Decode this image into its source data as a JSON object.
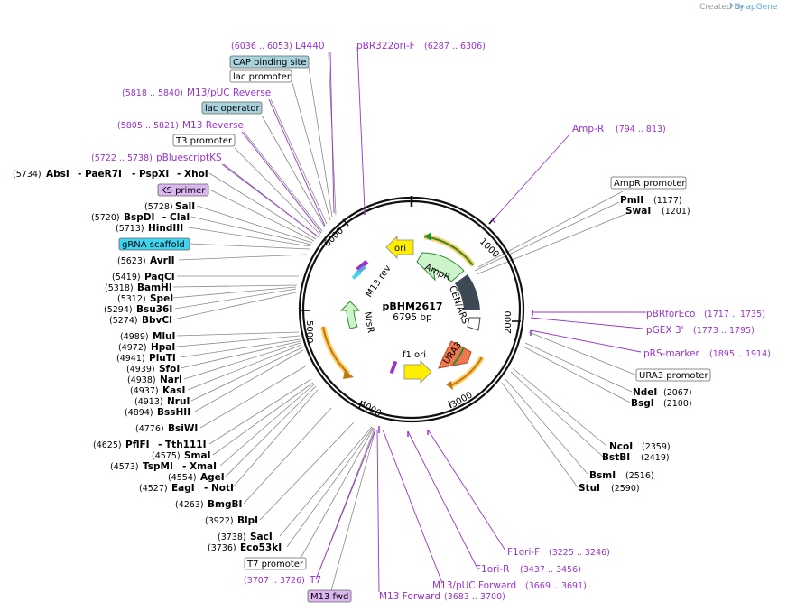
{
  "brand": {
    "created_by": "Created by",
    "app": "SnapGene"
  },
  "plasmid": {
    "name": "pBHM2617",
    "length": "6795 bp"
  },
  "ticks": [
    "1000",
    "2000",
    "3000",
    "4000",
    "5000",
    "6000"
  ],
  "features": {
    "ori": "ori",
    "ampr": "AmpR",
    "cen_ars": "CEN/ARS",
    "ura3": "URA3",
    "f1_ori": "f1 ori",
    "nrsr": "NrsR",
    "m13_rev": "M13 rev"
  },
  "colors": {
    "primer": "#9933cc",
    "boxed_feature": "#a8d2dc",
    "kas_primer": "#dcb6f0",
    "grna": "#3fd4ef",
    "ori": "#ffee00",
    "ampr": "#ccf5cc",
    "cen_ars": "#3d4a55",
    "ura3": "#f07850",
    "arrow_green": "#2e8b2e",
    "arrow_orange": "#d98c1a"
  },
  "labels_left": [
    {
      "text": "(6036 .. 6053)",
      "kind": "num-pur"
    },
    {
      "text": "L4440",
      "kind": "pur"
    },
    {
      "text": "CAP binding site",
      "kind": "box-blue"
    },
    {
      "text": "lac promoter",
      "kind": "box"
    },
    {
      "text": "(5818 .. 5840)",
      "kind": "num-pur"
    },
    {
      "text": "M13/pUC Reverse",
      "kind": "pur"
    },
    {
      "text": "lac operator",
      "kind": "box-blue"
    },
    {
      "text": "(5805 .. 5821)",
      "kind": "num-pur"
    },
    {
      "text": "M13 Reverse",
      "kind": "pur"
    },
    {
      "text": "T3 promoter",
      "kind": "box"
    },
    {
      "text": "(5722 .. 5738)",
      "kind": "num-pur"
    },
    {
      "text": "pBluescriptKS",
      "kind": "pur"
    },
    {
      "text": "(5734)",
      "kind": "num"
    },
    {
      "text": "AbsI",
      "kind": "enz"
    },
    {
      "text": "- PaeR7I",
      "kind": "enz"
    },
    {
      "text": "- PspXI",
      "kind": "enz"
    },
    {
      "text": "- XhoI",
      "kind": "enz"
    },
    {
      "text": "KS primer",
      "kind": "box-pur"
    },
    {
      "text": "(5728)",
      "kind": "num"
    },
    {
      "text": "SalI",
      "kind": "enz"
    },
    {
      "text": "(5720)",
      "kind": "num"
    },
    {
      "text": "BspDI",
      "kind": "enz"
    },
    {
      "text": "- ClaI",
      "kind": "enz"
    },
    {
      "text": "(5713)",
      "kind": "num"
    },
    {
      "text": "HindIII",
      "kind": "enz"
    },
    {
      "text": "gRNA scaffold",
      "kind": "box-cyan"
    },
    {
      "text": "(5623)",
      "kind": "num"
    },
    {
      "text": "AvrII",
      "kind": "enz"
    },
    {
      "text": "(5419)",
      "kind": "num"
    },
    {
      "text": "PaqCI",
      "kind": "enz"
    },
    {
      "text": "(5318)",
      "kind": "num"
    },
    {
      "text": "BamHI",
      "kind": "enz"
    },
    {
      "text": "(5312)",
      "kind": "num"
    },
    {
      "text": "SpeI",
      "kind": "enz"
    },
    {
      "text": "(5294)",
      "kind": "num"
    },
    {
      "text": "Bsu36I",
      "kind": "enz"
    },
    {
      "text": "(5274)",
      "kind": "num"
    },
    {
      "text": "BbvCI",
      "kind": "enz"
    },
    {
      "text": "(4989)",
      "kind": "num"
    },
    {
      "text": "MluI",
      "kind": "enz"
    },
    {
      "text": "(4972)",
      "kind": "num"
    },
    {
      "text": "HpaI",
      "kind": "enz"
    },
    {
      "text": "(4941)",
      "kind": "num"
    },
    {
      "text": "PluTI",
      "kind": "enz"
    },
    {
      "text": "(4939)",
      "kind": "num"
    },
    {
      "text": "SfoI",
      "kind": "enz"
    },
    {
      "text": "(4938)",
      "kind": "num"
    },
    {
      "text": "NarI",
      "kind": "enz"
    },
    {
      "text": "(4937)",
      "kind": "num"
    },
    {
      "text": "KasI",
      "kind": "enz"
    },
    {
      "text": "(4913)",
      "kind": "num"
    },
    {
      "text": "NruI",
      "kind": "enz"
    },
    {
      "text": "(4894)",
      "kind": "num"
    },
    {
      "text": "BssHII",
      "kind": "enz"
    },
    {
      "text": "(4776)",
      "kind": "num"
    },
    {
      "text": "BsiWI",
      "kind": "enz"
    },
    {
      "text": "(4625)",
      "kind": "num"
    },
    {
      "text": "PflFI",
      "kind": "enz"
    },
    {
      "text": "- Tth111I",
      "kind": "enz"
    },
    {
      "text": "(4575)",
      "kind": "num"
    },
    {
      "text": "SmaI",
      "kind": "enz"
    },
    {
      "text": "(4573)",
      "kind": "num"
    },
    {
      "text": "TspMI",
      "kind": "enz"
    },
    {
      "text": "- XmaI",
      "kind": "enz"
    },
    {
      "text": "(4554)",
      "kind": "num"
    },
    {
      "text": "AgeI",
      "kind": "enz"
    },
    {
      "text": "(4527)",
      "kind": "num"
    },
    {
      "text": "EagI",
      "kind": "enz"
    },
    {
      "text": "- NotI",
      "kind": "enz"
    },
    {
      "text": "(4263)",
      "kind": "num"
    },
    {
      "text": "BmgBI",
      "kind": "enz"
    },
    {
      "text": "(3922)",
      "kind": "num"
    },
    {
      "text": "BlpI",
      "kind": "enz"
    },
    {
      "text": "(3738)",
      "kind": "num"
    },
    {
      "text": "SacI",
      "kind": "enz"
    },
    {
      "text": "(3736)",
      "kind": "num"
    },
    {
      "text": "Eco53kI",
      "kind": "enz"
    },
    {
      "text": "T7 promoter",
      "kind": "box"
    },
    {
      "text": "(3707 .. 3726)",
      "kind": "num-pur"
    },
    {
      "text": "T7",
      "kind": "pur"
    },
    {
      "text": "M13 fwd",
      "kind": "box-pur"
    },
    {
      "text": "M13 Forward",
      "kind": "pur"
    },
    {
      "text": "(3683 .. 3700)",
      "kind": "num-pur"
    }
  ],
  "labels_right": [
    {
      "text": "pBR322ori-F",
      "kind": "pur"
    },
    {
      "text": "(6287 .. 6306)",
      "kind": "num-pur"
    },
    {
      "text": "Amp-R",
      "kind": "pur"
    },
    {
      "text": "(794 .. 813)",
      "kind": "num-pur"
    },
    {
      "text": "AmpR promoter",
      "kind": "box"
    },
    {
      "text": "PmlI",
      "kind": "enz"
    },
    {
      "text": "(1177)",
      "kind": "num"
    },
    {
      "text": "SwaI",
      "kind": "enz"
    },
    {
      "text": "(1201)",
      "kind": "num"
    },
    {
      "text": "pBRforEco",
      "kind": "pur"
    },
    {
      "text": "(1717 .. 1735)",
      "kind": "num-pur"
    },
    {
      "text": "pGEX 3'",
      "kind": "pur"
    },
    {
      "text": "(1773 .. 1795)",
      "kind": "num-pur"
    },
    {
      "text": "pRS-marker",
      "kind": "pur"
    },
    {
      "text": "(1895 .. 1914)",
      "kind": "num-pur"
    },
    {
      "text": "URA3 promoter",
      "kind": "box"
    },
    {
      "text": "NdeI",
      "kind": "enz"
    },
    {
      "text": "(2067)",
      "kind": "num"
    },
    {
      "text": "BsgI",
      "kind": "enz"
    },
    {
      "text": "(2100)",
      "kind": "num"
    },
    {
      "text": "NcoI",
      "kind": "enz"
    },
    {
      "text": "(2359)",
      "kind": "num"
    },
    {
      "text": "BstBI",
      "kind": "enz"
    },
    {
      "text": "(2419)",
      "kind": "num"
    },
    {
      "text": "BsmI",
      "kind": "enz"
    },
    {
      "text": "(2516)",
      "kind": "num"
    },
    {
      "text": "StuI",
      "kind": "enz"
    },
    {
      "text": "(2590)",
      "kind": "num"
    },
    {
      "text": "F1ori-F",
      "kind": "pur"
    },
    {
      "text": "(3225 .. 3246)",
      "kind": "num-pur"
    },
    {
      "text": "F1ori-R",
      "kind": "pur"
    },
    {
      "text": "(3437 .. 3456)",
      "kind": "num-pur"
    },
    {
      "text": "M13/pUC Forward",
      "kind": "pur"
    },
    {
      "text": "(3669 .. 3691)",
      "kind": "num-pur"
    }
  ]
}
